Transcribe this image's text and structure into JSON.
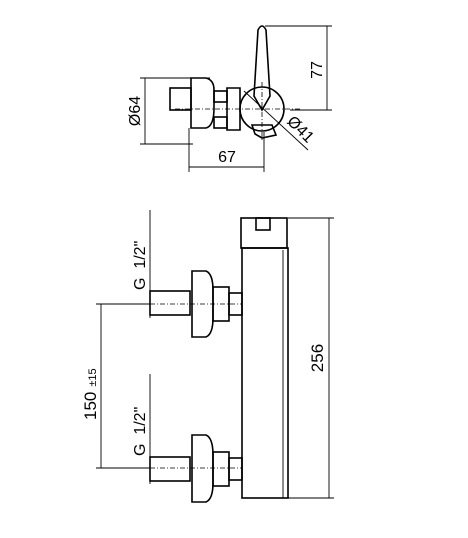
{
  "dimensions": {
    "top_height": "77",
    "top_diameter_body": "Ø64",
    "top_diameter_round": "Ø41",
    "top_depth": "67",
    "side_height": "256",
    "inlet_spacing": "150",
    "inlet_tolerance": "±15",
    "thread_upper": "G  1/2\"",
    "thread_lower": "G  1/2\""
  }
}
